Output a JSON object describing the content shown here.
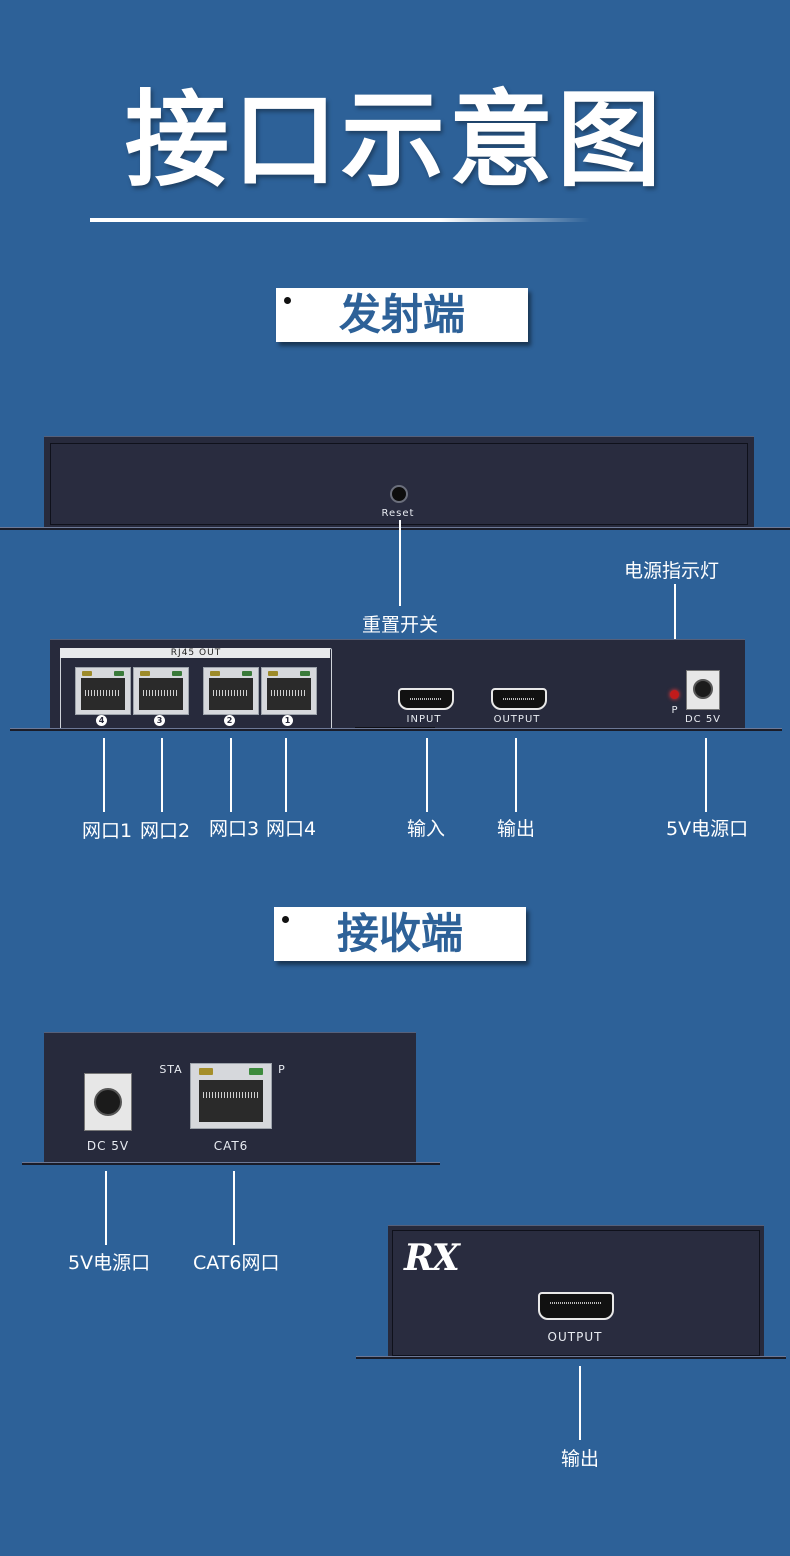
{
  "title": "接口示意图",
  "tx": {
    "section_label": "发射端",
    "front_reset_label": "Reset",
    "rj45_header": "RJ45  OUT",
    "port_numbers": [
      "4",
      "3",
      "2",
      "1"
    ],
    "input_label": "INPUT",
    "output_label": "OUTPUT",
    "power_led_label": "P",
    "dc_label": "DC 5V",
    "callouts": {
      "reset": "重置开关",
      "power_led": "电源指示灯",
      "port1": "网口1",
      "port2": "网口2",
      "port3": "网口3",
      "port4": "网口4",
      "input": "输入",
      "output": "输出",
      "power": "5V电源口"
    }
  },
  "rx": {
    "section_label": "接收端",
    "sta_label": "STA",
    "p_label": "P",
    "dc_label": "DC 5V",
    "cat6_label": "CAT6",
    "logo": "RX",
    "output_label": "OUTPUT",
    "callouts": {
      "power": "5V电源口",
      "cat6": "CAT6网口",
      "output": "输出"
    }
  },
  "colors": {
    "background": "#2d6198",
    "device": "#272a3c",
    "accent_text": "#2d6198"
  }
}
